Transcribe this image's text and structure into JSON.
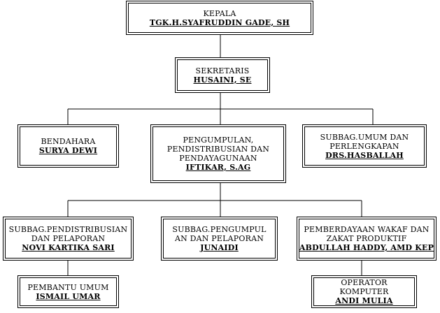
{
  "org": {
    "kepala": {
      "title": "KEPALA",
      "name": "TGK.H.SYAFRUDDIN GADE, SH"
    },
    "sekretaris": {
      "title": "SEKRETARIS",
      "name": "HUSAINI, SE"
    },
    "bendahara": {
      "title": "BENDAHARA",
      "name": "SURYA DEWI"
    },
    "pengumpulan": {
      "title": "PENGUMPULAN,\nPENDISTRIBUSIAN DAN\nPENDAYAGUNAAN",
      "name": "IFTIKAR, S.AG"
    },
    "subbag_umum": {
      "title": "SUBBAG.UMUM DAN\nPERLENGKAPAN",
      "name": "DRS.HASBALLAH"
    },
    "subbag_distribusi": {
      "title": "SUBBAG.PENDISTRIBUSIAN\nDAN PELAPORAN",
      "name": "NOVI KARTIKA SARI"
    },
    "subbag_pengumpul": {
      "title": "SUBBAG.PENGUMPUL\nAN DAN PELAPORAN",
      "name": "JUNAIDI"
    },
    "pemberdayaan": {
      "title": "PEMBERDAYAAN WAKAF DAN\nZAKAT PRODUKTIF",
      "name": "ABDULLAH HADDY, AMD KEP"
    },
    "pembantu": {
      "title": "PEMBANTU UMUM",
      "name": "ISMAIL UMAR"
    },
    "operator": {
      "title": "OPERATOR KOMPUTER",
      "name": "ANDI MULIA"
    }
  }
}
